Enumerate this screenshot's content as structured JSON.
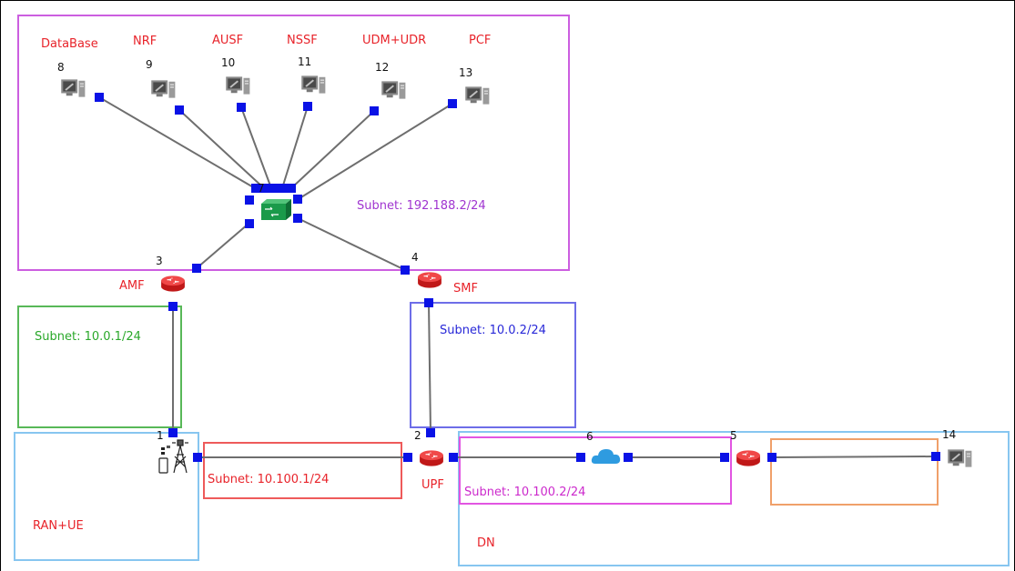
{
  "labels": {
    "database": "DataBase",
    "nrf": "NRF",
    "ausf": "AUSF",
    "nssf": "NSSF",
    "udm_udr": "UDM+UDR",
    "pcf": "PCF",
    "amf": "AMF",
    "smf": "SMF",
    "upf": "UPF",
    "ran_ue": "RAN+UE",
    "dn": "DN"
  },
  "ids": {
    "n8": "8",
    "n9": "9",
    "n10": "10",
    "n11": "11",
    "n12": "12",
    "n13": "13",
    "n3": "3",
    "n4": "4",
    "n1": "1",
    "n2": "2",
    "n6": "6",
    "n5": "5",
    "n14": "14",
    "n7": "7"
  },
  "subnets": {
    "core": "Subnet: 192.188.2/24",
    "amf": "Subnet: 10.0.1/24",
    "smf": "Subnet: 10.0.2/24",
    "ran": "Subnet: 10.100.1/24",
    "dn": "Subnet: 10.100.2/24"
  },
  "colors": {
    "label_red": "#e8232a",
    "core_box": "#cc5ee0",
    "core_text": "#a035d0",
    "green": "#58b858",
    "green_text": "#2aa82a",
    "blue_box": "#6d6de8",
    "blue_text": "#2828d8",
    "lightblue": "#87c6f0",
    "salmon": "#ee5a5a",
    "magenta": "#e255e2",
    "orange": "#f0a06a",
    "port": "#0a12e6",
    "link": "#6e6e6e"
  }
}
